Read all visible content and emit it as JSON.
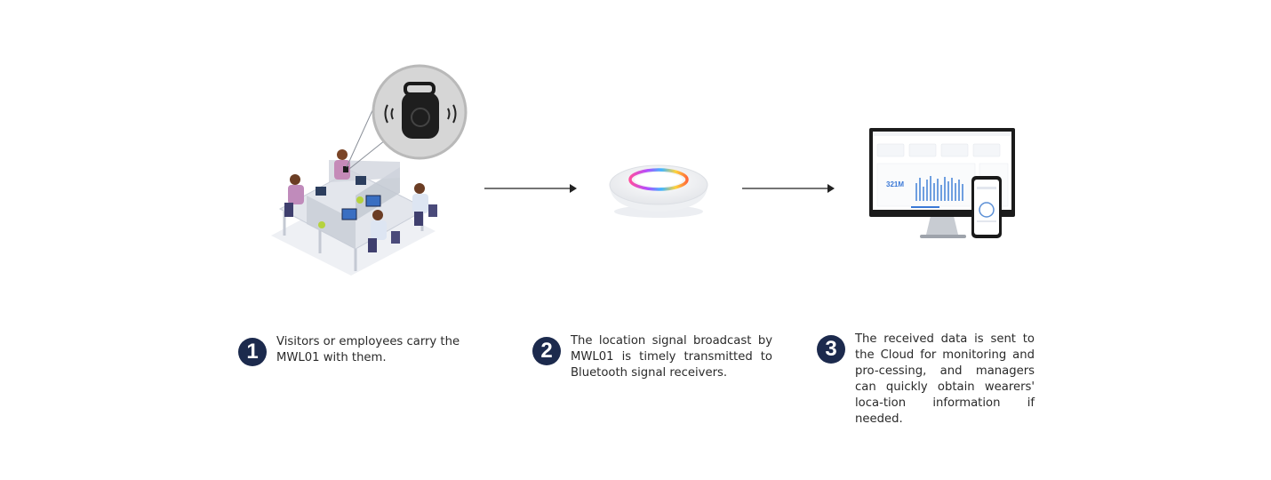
{
  "colors": {
    "badge": "#1c2a4d",
    "arrow": "#222222",
    "text": "#2a2a2a",
    "accent_blue": "#5b8fd6"
  },
  "steps": [
    {
      "number": "1",
      "text": "Visitors or employees carry the MWL01 with them."
    },
    {
      "number": "2",
      "text": "The location signal broadcast by MWL01 is timely transmitted to Bluetooth signal receivers."
    },
    {
      "number": "3",
      "text": "The received data is sent to the Cloud for monitoring and pro-cessing, and managers can quickly obtain wearers' loca-tion information if needed."
    }
  ],
  "dashboard": {
    "big_value": "321M"
  },
  "icons": {
    "office": "office-workers-illustration",
    "tag": "wearable-tag-icon",
    "receiver": "bluetooth-receiver-icon",
    "monitor": "monitor-dashboard-icon",
    "phone": "smartphone-icon",
    "arrow": "arrow-right-icon"
  }
}
